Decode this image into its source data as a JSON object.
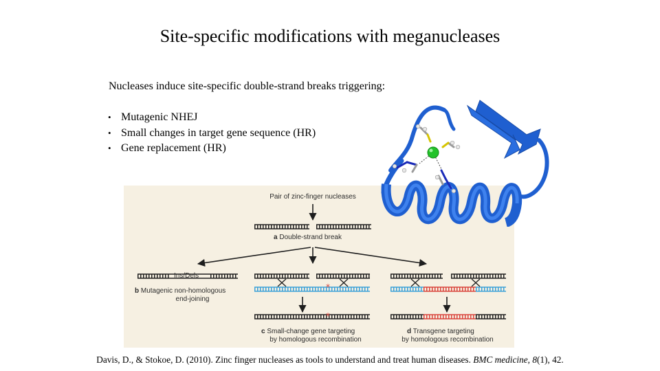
{
  "slide": {
    "title": "Site-specific modifications with meganucleases",
    "intro": "Nucleases induce site-specific double-strand breaks triggering:",
    "bullets": [
      "Mutagenic NHEJ",
      "Small changes in target gene sequence (HR)",
      "Gene replacement (HR)"
    ],
    "citation": {
      "plain": "Davis, D., & Stokoe, D. (2010). Zinc finger nucleases as tools to understand and treat human diseases. ",
      "journal": "BMC medicine",
      "volume": "8",
      "issue_pages": "(1), 42."
    }
  },
  "diagram": {
    "top_label": "Pair of zinc-finger nucleases",
    "a_letter": "a",
    "a_text": "Double-strand break",
    "indel_label": "Ins/Dels",
    "b_letter": "b",
    "b_text_line1": "Mutagenic non-homologous",
    "b_text_line2": "end-joining",
    "c_letter": "c",
    "c_text_line1": "Small-change gene targeting",
    "c_text_line2": "by homologous recombination",
    "d_letter": "d",
    "d_text_line1": "Transgene targeting",
    "d_text_line2": "by homologous recombination",
    "colors": {
      "background": "#f6f0e2",
      "dna": "#1e1e1e",
      "donor": "#3aa0d8",
      "transgene": "#d9433b",
      "protein": "#1f5fd0",
      "zinc": "#22c22a"
    }
  }
}
